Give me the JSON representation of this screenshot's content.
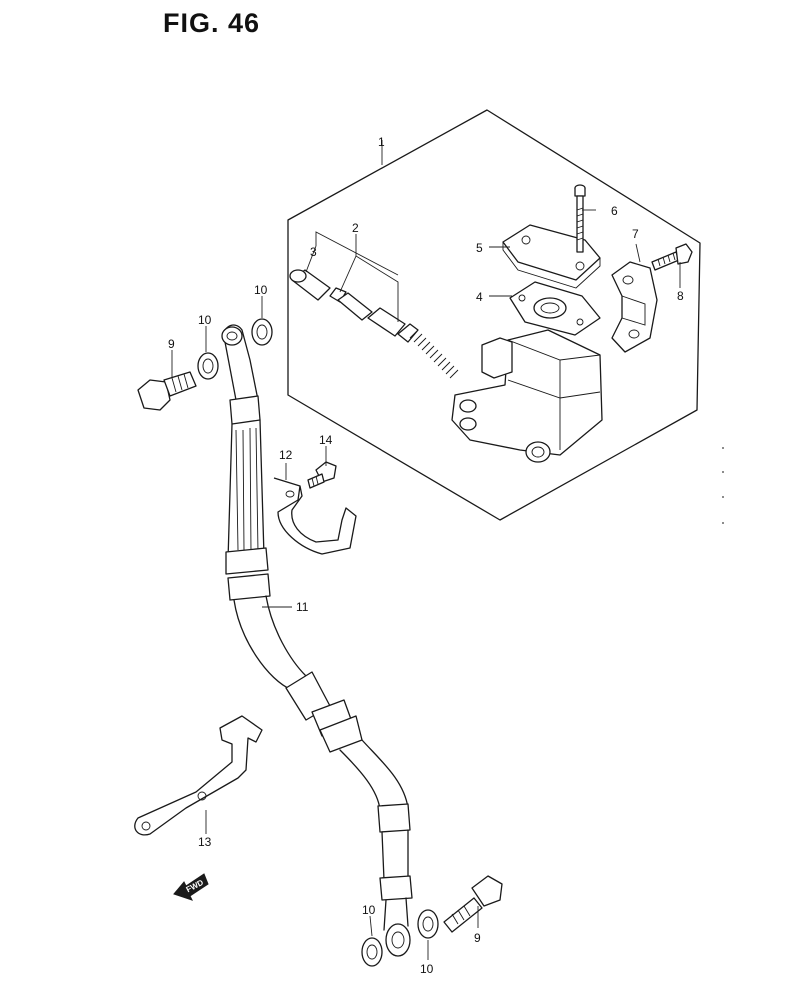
{
  "figure": {
    "title": "FIG. 46",
    "fwd_label": "FWD"
  },
  "callouts": {
    "p1": "1",
    "p2": "2",
    "p3": "3",
    "p4": "4",
    "p5": "5",
    "p6": "6",
    "p7": "7",
    "p8": "8",
    "p9a": "9",
    "p10a": "10",
    "p10b": "10",
    "p11": "11",
    "p12": "12",
    "p13": "13",
    "p14": "14",
    "p10c": "10",
    "p10d": "10",
    "p9b": "9"
  }
}
